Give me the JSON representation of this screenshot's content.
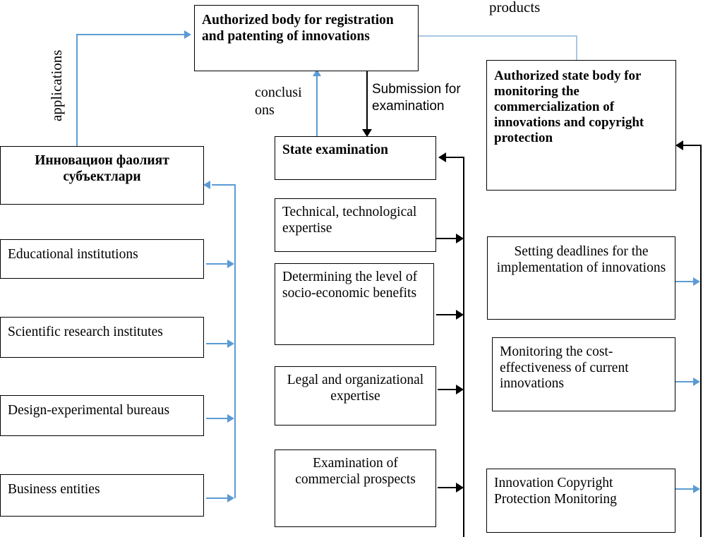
{
  "diagram": {
    "title_boxes": {
      "authorized_registration": "Authorized body for registration and patenting of innovations",
      "authorized_monitoring": "Authorized state body for monitoring the commercialization of innovations and copyright protection",
      "subjects": "Инновацион фаолият субъектлари",
      "state_examination": "State examination"
    },
    "left_column": [
      {
        "label": "Инновацион фаолият субъектлари",
        "bold": true
      },
      {
        "label": "Educational institutions",
        "bold": false
      },
      {
        "label": "Scientific research institutes",
        "bold": false
      },
      {
        "label": "Design-experimental bureaus",
        "bold": false
      },
      {
        "label": "Business entities",
        "bold": false
      }
    ],
    "center_column": [
      {
        "label": "State examination",
        "bold": true
      },
      {
        "label": "Technical, technological expertise",
        "bold": false
      },
      {
        "label": "Determining the level of socio-economic benefits",
        "bold": false
      },
      {
        "label": "Legal and organizational expertise",
        "bold": false
      },
      {
        "label": "Examination of commercial prospects",
        "bold": false
      }
    ],
    "right_column": [
      {
        "label": "Authorized state body for monitoring the commercialization of innovations and copyright protection",
        "bold": true
      },
      {
        "label": "Setting deadlines for the implementation of innovations",
        "bold": false
      },
      {
        "label": "Monitoring the cost-effectiveness of current innovations",
        "bold": false
      },
      {
        "label": "Innovation Copyright Protection Monitoring",
        "bold": false
      }
    ],
    "edge_labels": {
      "applications": "applications",
      "products": "products",
      "conclusions_line1": "conclusi",
      "conclusions_line2": "ons",
      "submission_line1": "Submission for",
      "submission_line2": "examination"
    },
    "colors": {
      "line_black": "#000000",
      "line_blue": "#5B9BD5",
      "line_pale_blue": "#A8C6E2",
      "box_border": "#000000",
      "box_fill": "#FFFFFF",
      "text": "#000000"
    }
  }
}
